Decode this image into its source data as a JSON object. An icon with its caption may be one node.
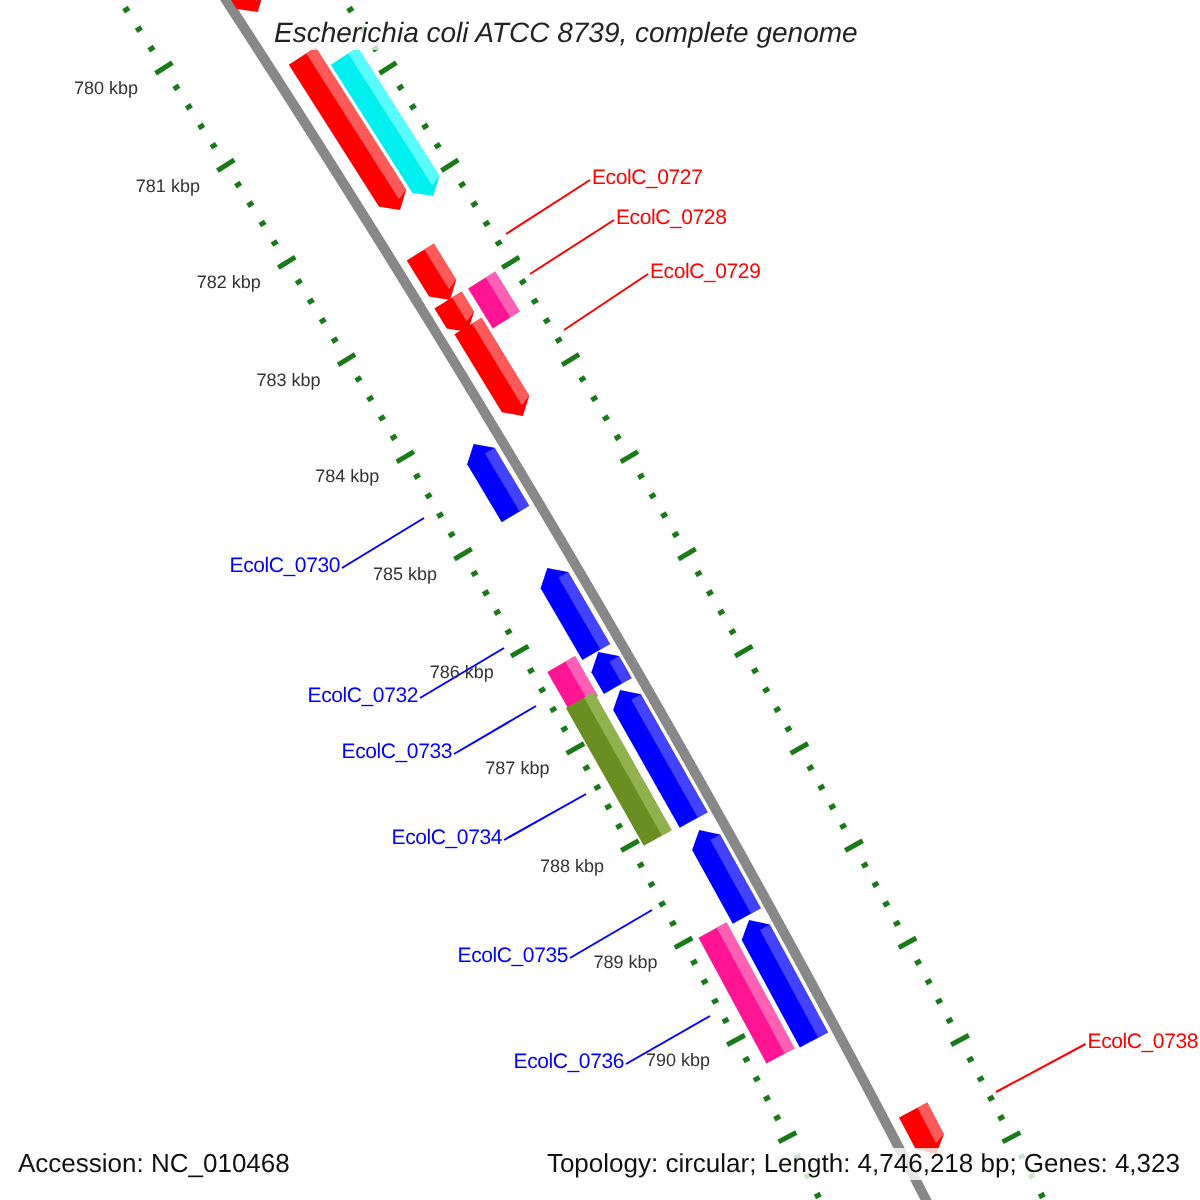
{
  "diagram": {
    "title": "Escherichia coli ATCC 8739, complete genome",
    "nodes": [
      {
        "text": [
          "EcolC_0727"
        ]
      },
      {
        "text": [
          "EcolC_0728"
        ]
      },
      {
        "text": [
          "EcolC_0729"
        ]
      },
      {
        "text": [
          "EcolC_0730"
        ]
      },
      {
        "text": [
          "EcolC_0732"
        ]
      },
      {
        "text": [
          "EcolC_0733"
        ]
      },
      {
        "text": [
          "EcolC_0734"
        ]
      },
      {
        "text": [
          "EcolC_0735"
        ]
      },
      {
        "text": [
          "EcolC_0736"
        ]
      },
      {
        "text": [
          "EcolC_0738"
        ]
      }
    ],
    "edges": [
      {
        "from": 0,
        "to": null,
        "arrow": "none",
        "color": "#ff0000"
      },
      {
        "from": 1,
        "to": null,
        "arrow": "none",
        "color": "#ff0000"
      },
      {
        "from": 2,
        "to": null,
        "arrow": "none",
        "color": "#ff0000"
      },
      {
        "from": 3,
        "to": null,
        "arrow": "none"
      },
      {
        "from": 4,
        "to": null,
        "arrow": "none"
      },
      {
        "from": 5,
        "to": null,
        "arrow": "none"
      },
      {
        "from": 6,
        "to": null,
        "arrow": "none"
      },
      {
        "from": 7,
        "to": null,
        "arrow": "none"
      },
      {
        "from": 8,
        "to": null,
        "arrow": "none"
      },
      {
        "from": 9,
        "to": null,
        "arrow": "none",
        "color": "#ff0000"
      }
    ],
    "labels": [
      "780 kbp",
      "781 kbp",
      "782 kbp",
      "783 kbp",
      "784 kbp",
      "785 kbp",
      "786 kbp",
      "787 kbp",
      "788 kbp",
      "789 kbp",
      "790 kbp",
      "Accession: NC_010468",
      "Topology: circular; Length: 4,746,218 bp; Genes: 4,323"
    ]
  }
}
